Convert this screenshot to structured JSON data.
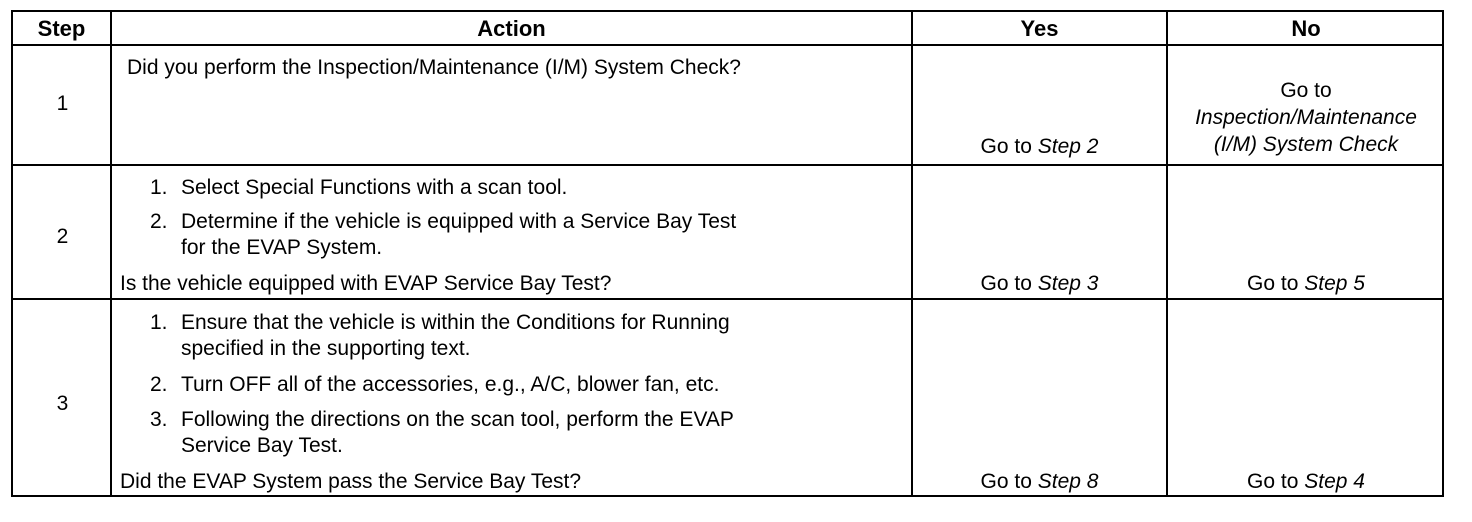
{
  "headers": {
    "step": "Step",
    "action": "Action",
    "yes": "Yes",
    "no": "No"
  },
  "rows": [
    {
      "step": "1",
      "question": "Did you perform the Inspection/Maintenance (I/M) System Check?",
      "yes": {
        "prefix": "Go to",
        "link": "Step 2"
      },
      "no": {
        "prefix": "Go to",
        "link_line1": "Inspection/Maintenance",
        "link_line2": "(I/M) System Check"
      }
    },
    {
      "step": "2",
      "items": [
        {
          "num": "1.",
          "line1": "Select Special Functions with a scan tool."
        },
        {
          "num": "2.",
          "line1": "Determine if the vehicle is equipped with a Service Bay Test",
          "line2": "for the EVAP System."
        }
      ],
      "question": "Is the vehicle equipped with EVAP Service Bay Test?",
      "yes": {
        "prefix": "Go to",
        "link": "Step 3"
      },
      "no": {
        "prefix": "Go to",
        "link": "Step 5"
      }
    },
    {
      "step": "3",
      "items": [
        {
          "num": "1.",
          "line1": "Ensure that the vehicle is within the Conditions for Running",
          "line2": "specified in the supporting text."
        },
        {
          "num": "2.",
          "line1": "Turn OFF all of the accessories, e.g., A/C, blower fan, etc."
        },
        {
          "num": "3.",
          "line1": "Following the directions on the scan tool, perform the EVAP",
          "line2": "Service Bay Test."
        }
      ],
      "question": "Did the EVAP System pass the Service Bay Test?",
      "yes": {
        "prefix": "Go to",
        "link": "Step 8"
      },
      "no": {
        "prefix": "Go to",
        "link": "Step 4"
      }
    }
  ]
}
